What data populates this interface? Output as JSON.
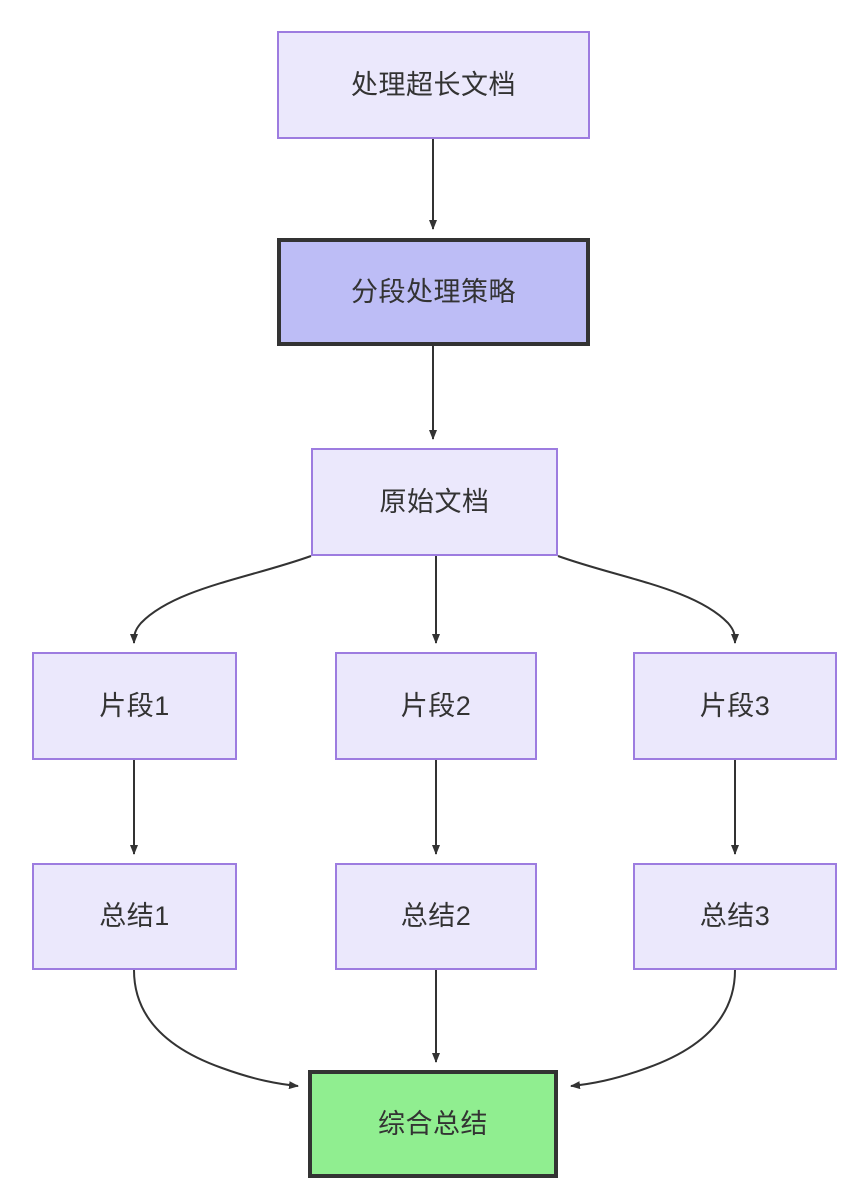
{
  "diagram": {
    "type": "flowchart",
    "direction": "top-down",
    "background_color": "#ffffff",
    "edge_color": "#333333",
    "text_color": "#333333",
    "styles": {
      "lavender": {
        "fill": "#ebe8fc",
        "stroke": "#9d7ce0",
        "stroke_width": 2
      },
      "periwinkle": {
        "fill": "#bdbdf6",
        "stroke": "#333333",
        "stroke_width": 4
      },
      "green": {
        "fill": "#90ee90",
        "stroke": "#333333",
        "stroke_width": 4
      }
    },
    "nodes": [
      {
        "id": "n1",
        "label": "处理超长文档",
        "style": "lavender"
      },
      {
        "id": "n2",
        "label": "分段处理策略",
        "style": "periwinkle"
      },
      {
        "id": "n3",
        "label": "原始文档",
        "style": "lavender"
      },
      {
        "id": "n4",
        "label": "片段1",
        "style": "lavender"
      },
      {
        "id": "n5",
        "label": "片段2",
        "style": "lavender"
      },
      {
        "id": "n6",
        "label": "片段3",
        "style": "lavender"
      },
      {
        "id": "n7",
        "label": "总结1",
        "style": "lavender"
      },
      {
        "id": "n8",
        "label": "总结2",
        "style": "lavender"
      },
      {
        "id": "n9",
        "label": "总结3",
        "style": "lavender"
      },
      {
        "id": "n10",
        "label": "综合总结",
        "style": "green"
      }
    ],
    "edges": [
      {
        "from": "n1",
        "to": "n2",
        "shape": "straight",
        "arrow": "end"
      },
      {
        "from": "n2",
        "to": "n3",
        "shape": "straight",
        "arrow": "end"
      },
      {
        "from": "n3",
        "to": "n4",
        "shape": "curve",
        "arrow": "end"
      },
      {
        "from": "n3",
        "to": "n5",
        "shape": "straight",
        "arrow": "end"
      },
      {
        "from": "n3",
        "to": "n6",
        "shape": "curve",
        "arrow": "end"
      },
      {
        "from": "n4",
        "to": "n7",
        "shape": "straight",
        "arrow": "end"
      },
      {
        "from": "n5",
        "to": "n8",
        "shape": "straight",
        "arrow": "end"
      },
      {
        "from": "n6",
        "to": "n9",
        "shape": "straight",
        "arrow": "end"
      },
      {
        "from": "n7",
        "to": "n10",
        "shape": "curve",
        "arrow": "end"
      },
      {
        "from": "n8",
        "to": "n10",
        "shape": "straight",
        "arrow": "end"
      },
      {
        "from": "n9",
        "to": "n10",
        "shape": "curve",
        "arrow": "end"
      }
    ]
  }
}
